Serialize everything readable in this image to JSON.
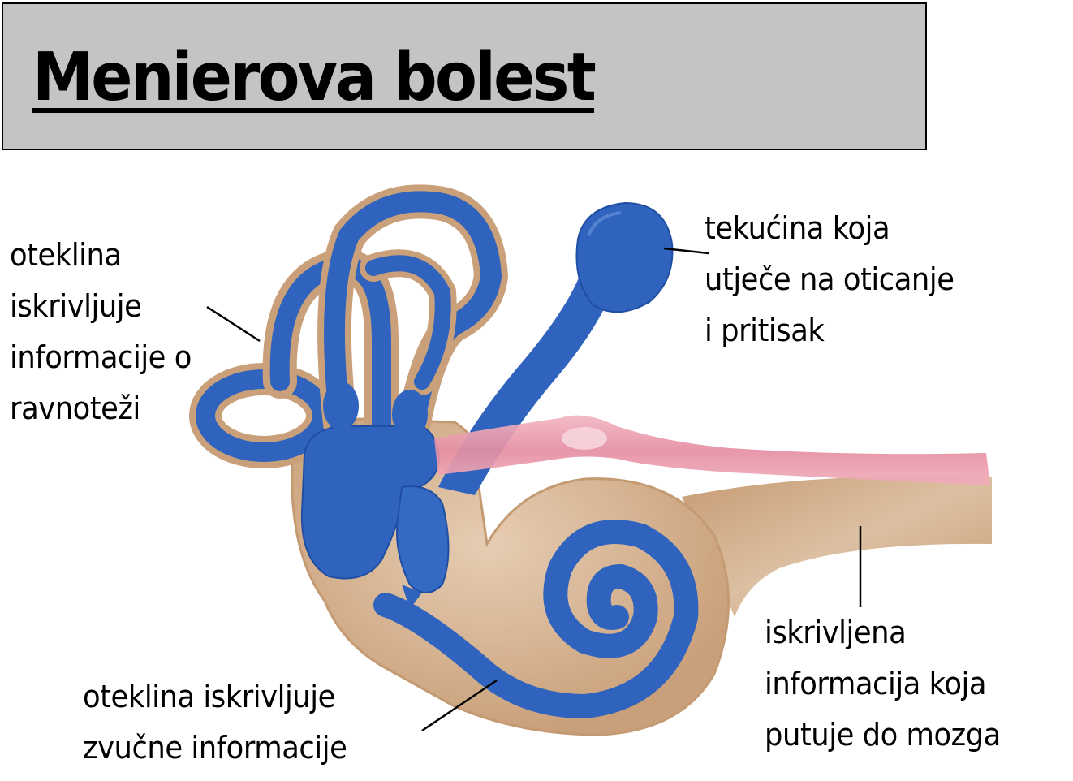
{
  "title": "Menierova bolest",
  "colors": {
    "title_bg": "#c4c4c4",
    "labyrinth_blue": "#2f63be",
    "labyrinth_blue_dark": "#1f4ea3",
    "bone_tan": "#c9a07a",
    "bone_light": "#e3c7ab",
    "nerve_pink": "#e89aaa"
  },
  "labels": {
    "balance": {
      "lines": [
        "oteklina",
        "iskrivljuje",
        "informacije o",
        "ravnoteži"
      ]
    },
    "fluid": {
      "lines": [
        "tekućina koja",
        "utječe na oticanje",
        "i pritisak"
      ]
    },
    "sound": {
      "lines": [
        "oteklina iskrivljuje",
        "zvučne informacije"
      ]
    },
    "brain": {
      "lines": [
        "iskrivljena",
        "informacija koja",
        "putuje do mozga"
      ]
    }
  }
}
